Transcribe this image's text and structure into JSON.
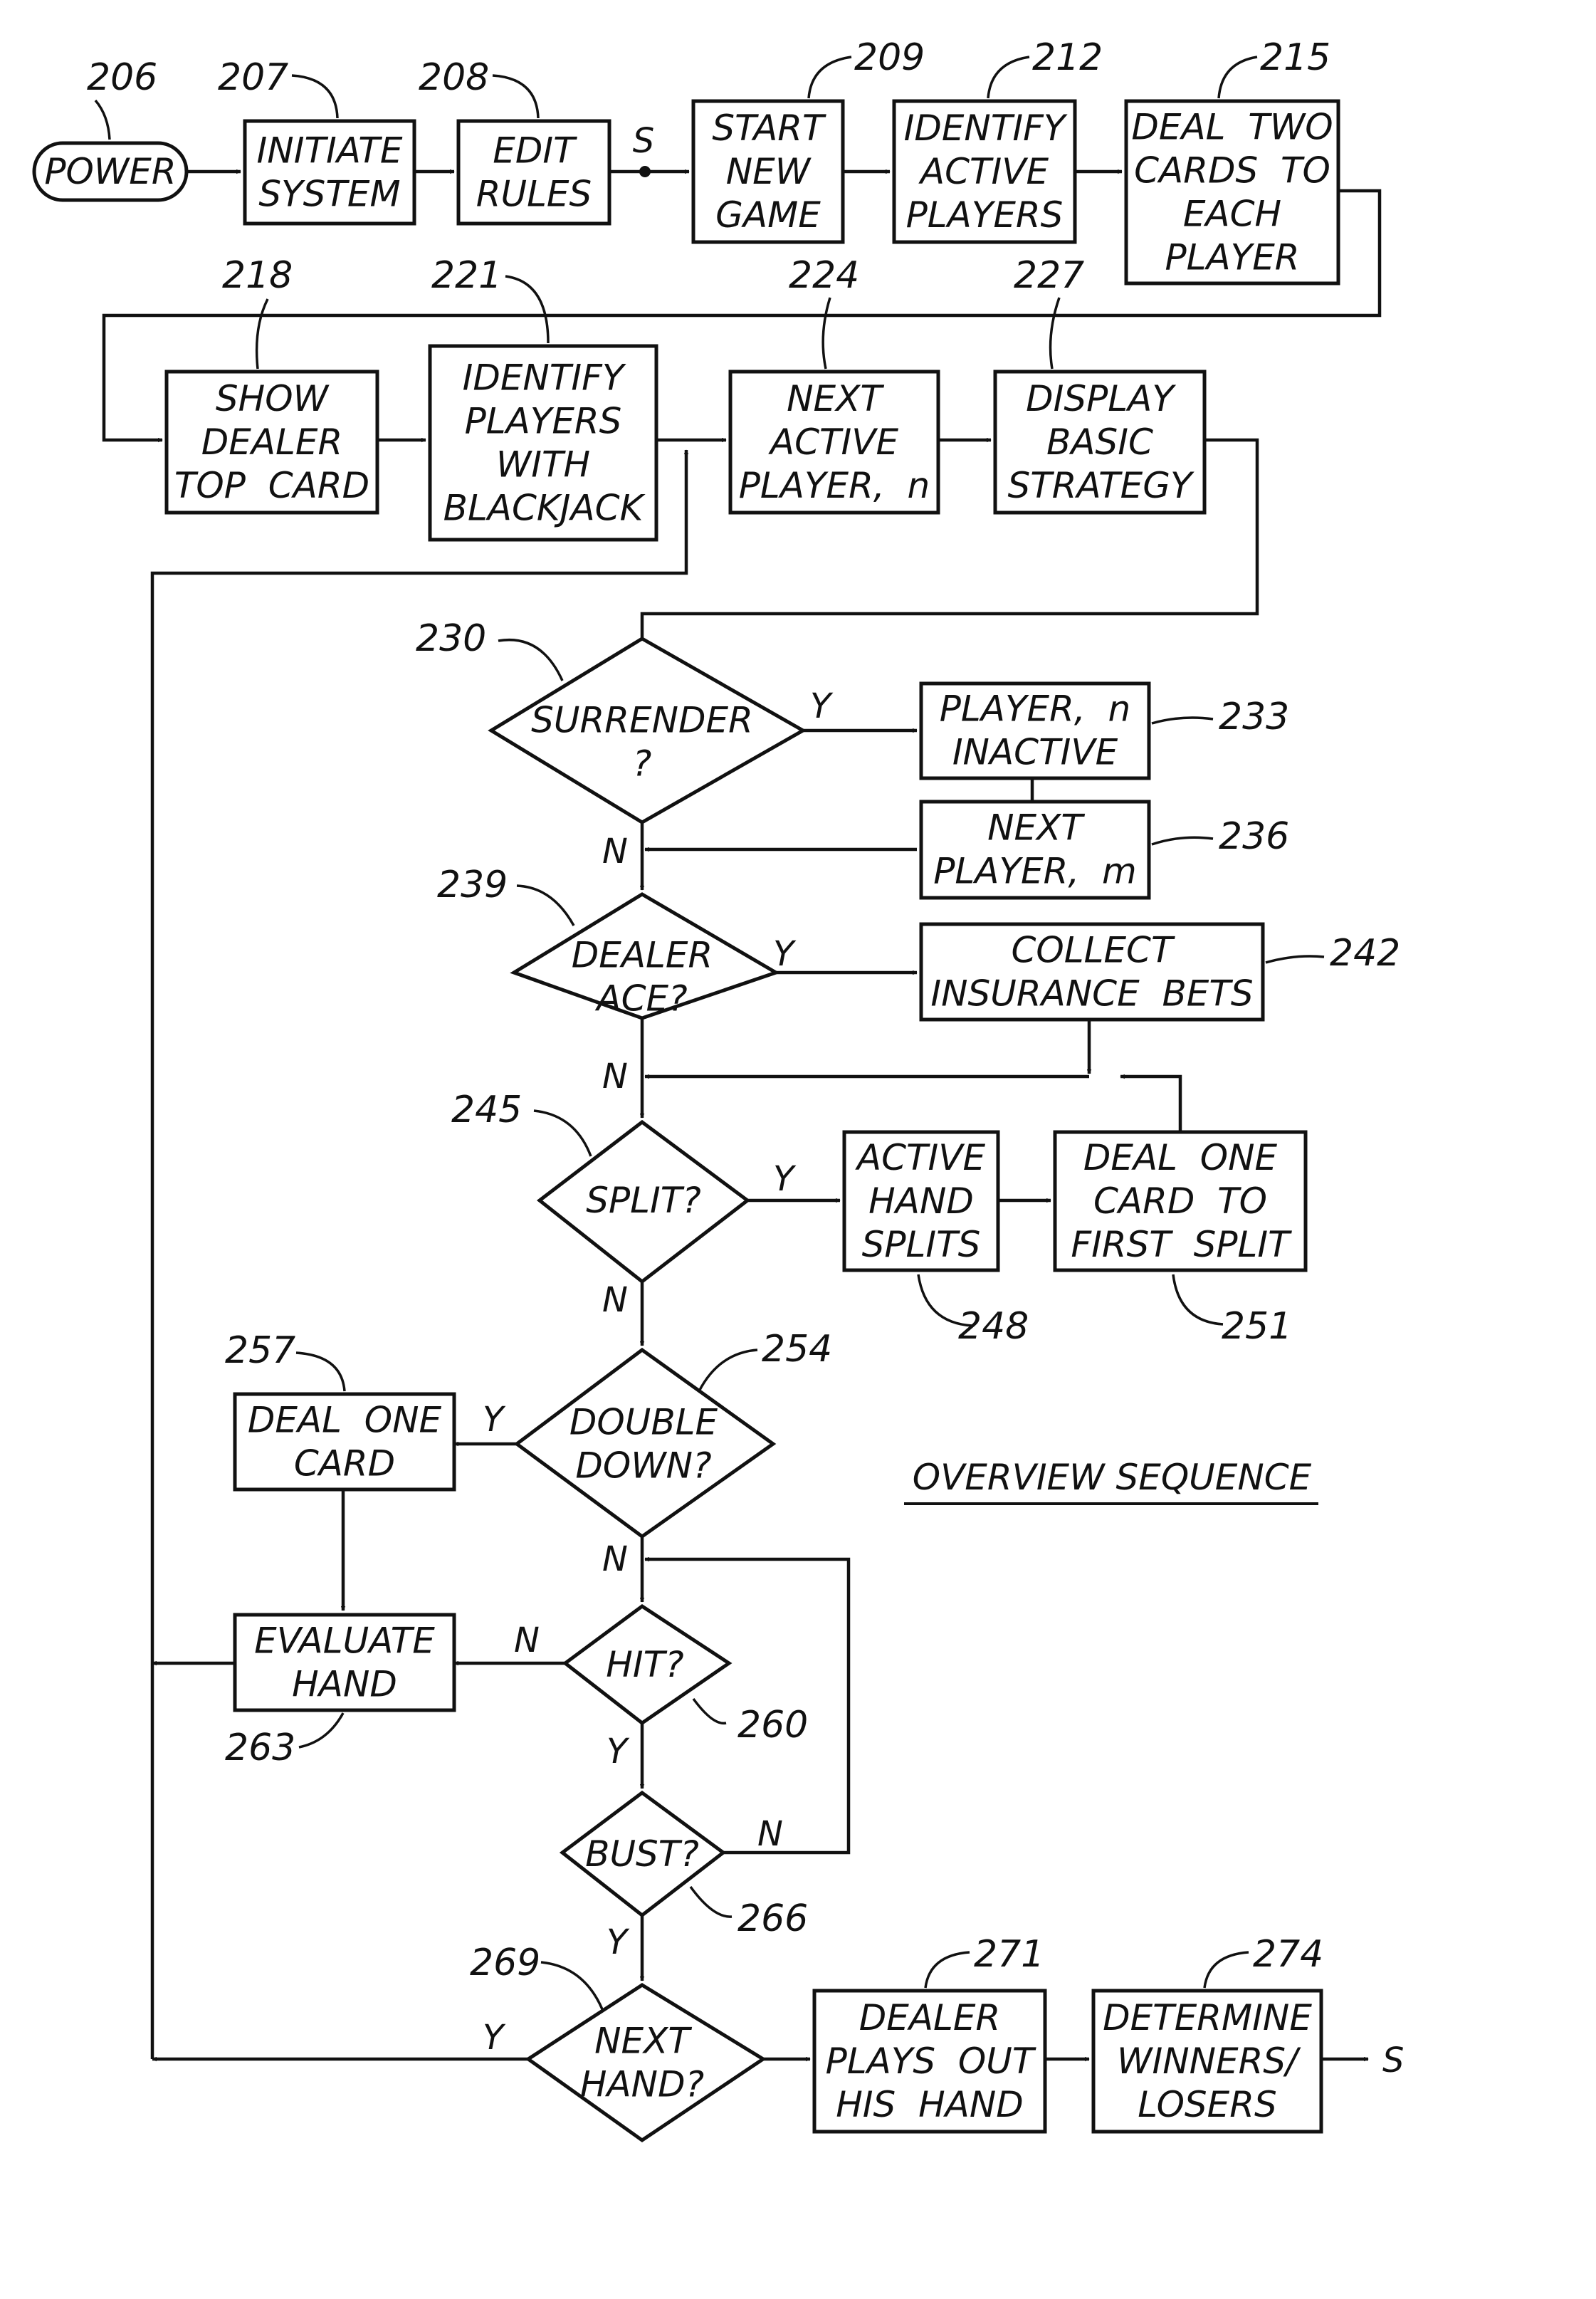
{
  "figure": {
    "caption": "OVERVIEW SEQUENCE",
    "start_connector": "S",
    "end_connector": "S"
  },
  "nodes": {
    "power": {
      "ref": "206",
      "lines": [
        "POWER"
      ]
    },
    "initiate_system": {
      "ref": "207",
      "lines": [
        "INITIATE",
        "SYSTEM"
      ]
    },
    "edit_rules": {
      "ref": "208",
      "lines": [
        "EDIT",
        "RULES"
      ]
    },
    "start_new_game": {
      "ref": "209",
      "lines": [
        "START",
        "NEW",
        "GAME"
      ]
    },
    "identify_active": {
      "ref": "212",
      "lines": [
        "IDENTIFY",
        "ACTIVE",
        "PLAYERS"
      ]
    },
    "deal_two_cards": {
      "ref": "215",
      "lines": [
        "DEAL  TWO",
        "CARDS  TO",
        "EACH",
        "PLAYER"
      ]
    },
    "show_dealer_top": {
      "ref": "218",
      "lines": [
        "SHOW",
        "DEALER",
        "TOP  CARD"
      ]
    },
    "identify_bj": {
      "ref": "221",
      "lines": [
        "IDENTIFY",
        "PLAYERS",
        "WITH",
        "BLACKJACK"
      ]
    },
    "next_active": {
      "ref": "224",
      "lines": [
        "NEXT",
        "ACTIVE",
        "PLAYER,  n"
      ]
    },
    "display_basic": {
      "ref": "227",
      "lines": [
        "DISPLAY",
        "BASIC",
        "STRATEGY"
      ]
    },
    "surrender": {
      "ref": "230",
      "lines": [
        "SURRENDER",
        "?"
      ]
    },
    "player_inactive": {
      "ref": "233",
      "lines": [
        "PLAYER,  n",
        "INACTIVE"
      ]
    },
    "next_player_m": {
      "ref": "236",
      "lines": [
        "NEXT",
        "PLAYER,  m"
      ]
    },
    "dealer_ace": {
      "ref": "239",
      "lines": [
        "DEALER",
        "ACE?"
      ]
    },
    "collect_ins": {
      "ref": "242",
      "lines": [
        "COLLECT",
        "INSURANCE  BETS"
      ]
    },
    "split": {
      "ref": "245",
      "lines": [
        "SPLIT?"
      ]
    },
    "active_splits": {
      "ref": "248",
      "lines": [
        "ACTIVE",
        "HAND",
        "SPLITS"
      ]
    },
    "deal_one_split": {
      "ref": "251",
      "lines": [
        "DEAL  ONE",
        "CARD  TO",
        "FIRST  SPLIT"
      ]
    },
    "double_down": {
      "ref": "254",
      "lines": [
        "DOUBLE",
        "DOWN?"
      ]
    },
    "deal_one_card": {
      "ref": "257",
      "lines": [
        "DEAL  ONE",
        "CARD"
      ]
    },
    "hit": {
      "ref": "260",
      "lines": [
        "HIT?"
      ]
    },
    "evaluate_hand": {
      "ref": "263",
      "lines": [
        "EVALUATE",
        "HAND"
      ]
    },
    "bust": {
      "ref": "266",
      "lines": [
        "BUST?"
      ]
    },
    "next_hand": {
      "ref": "269",
      "lines": [
        "NEXT",
        "HAND?"
      ]
    },
    "dealer_plays": {
      "ref": "271",
      "lines": [
        "DEALER",
        "PLAYS  OUT",
        "HIS  HAND"
      ]
    },
    "determine": {
      "ref": "274",
      "lines": [
        "DETERMINE",
        "WINNERS/",
        "LOSERS"
      ]
    }
  },
  "branch_labels": {
    "yes": "Y",
    "no": "N"
  }
}
